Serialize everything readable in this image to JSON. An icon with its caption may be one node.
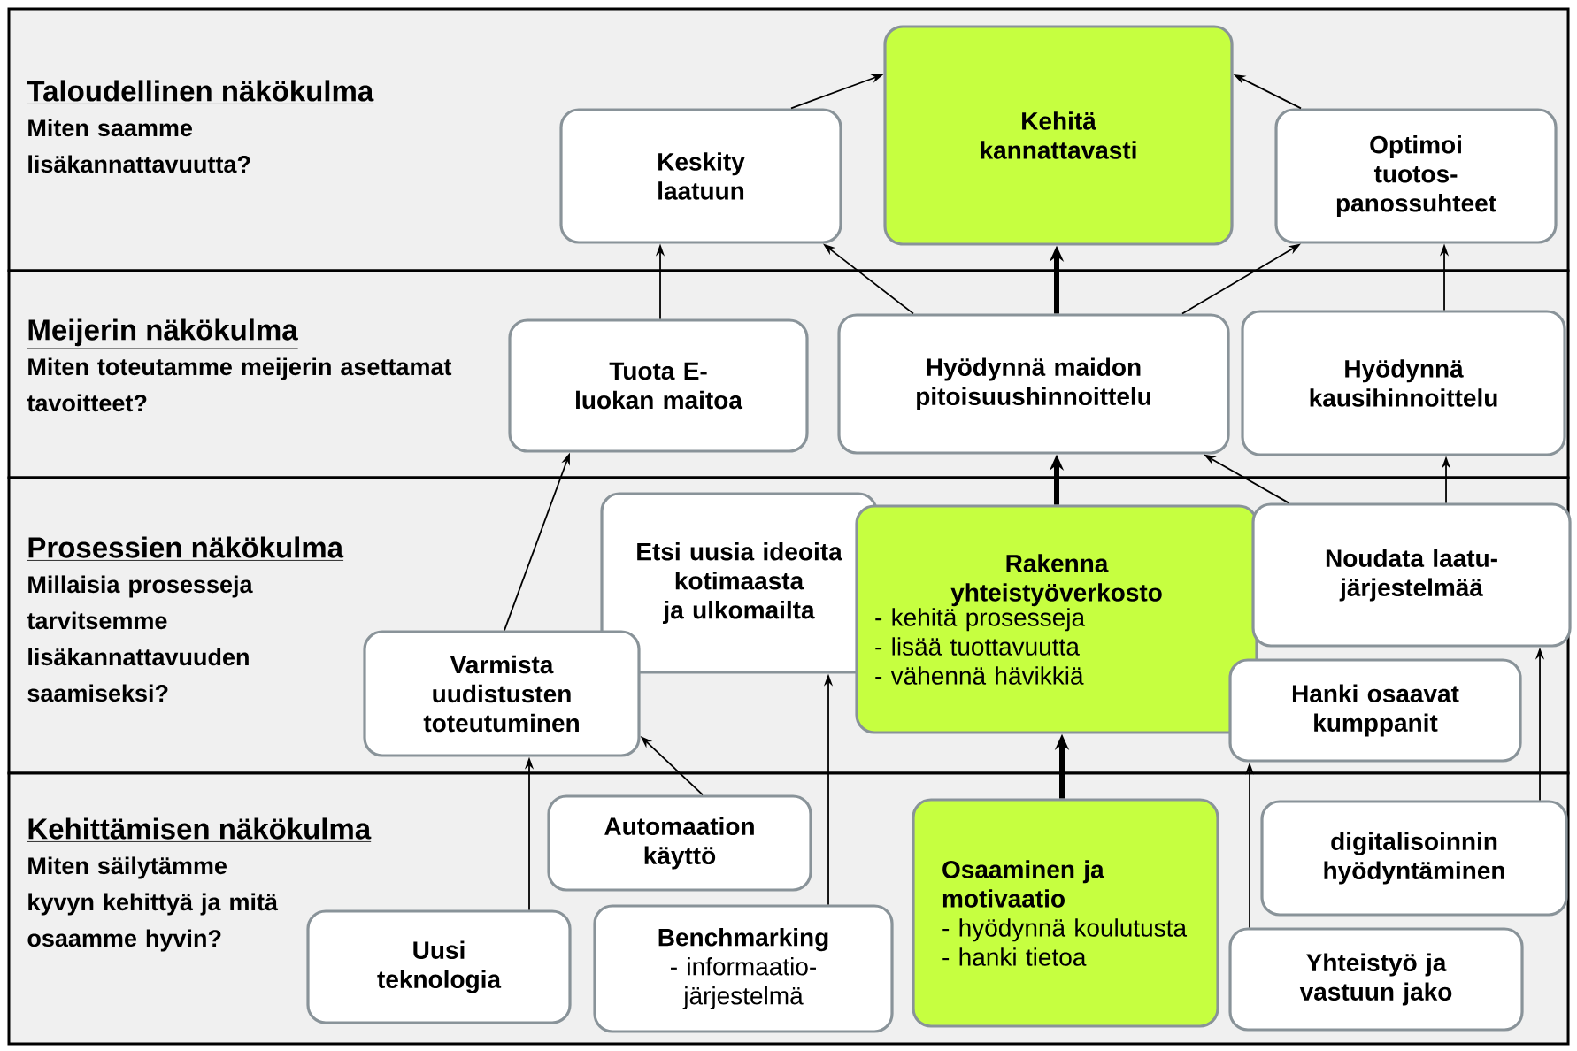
{
  "diagram": {
    "nodes": [
      {
        "text": [
          "Taloudellinen näkökulma",
          "Miten saamme lisäkannattavuutta?"
        ]
      },
      {
        "text": [
          "Keskity laatuun"
        ],
        "in": 0
      },
      {
        "text": [
          "Kehitä kannattavasti"
        ],
        "in": 0
      },
      {
        "text": [
          "Optimoi tuotos-panossuhteet"
        ],
        "in": 0
      },
      {
        "text": [
          "Meijerin näkökulma",
          "Miten toteutamme meijerin asettamat tavoitteet?"
        ]
      },
      {
        "text": [
          "Tuota E-luokan maitoa"
        ],
        "in": 4
      },
      {
        "text": [
          "Hyödynnä maidon pitoisuushinnoittelu"
        ],
        "in": 4
      },
      {
        "text": [
          "Hyödynnä kausihinnoittelu"
        ],
        "in": 4
      },
      {
        "text": [
          "Prosessien näkökulma",
          "Millaisia prosesseja tarvitsemme lisäkannattavuuden saamiseksi?"
        ]
      },
      {
        "text": [
          "Etsi uusia ideoita kotimaasta ja ulkomailta"
        ],
        "in": 8
      },
      {
        "text": [
          "Rakenna yhteistyöverkosto",
          "- kehitä prosesseja",
          "- lisää tuottavuutta",
          "- vähennä hävikkiä"
        ],
        "in": 8
      },
      {
        "text": [
          "Noudata laatu-järjestelmää"
        ],
        "in": 8
      },
      {
        "text": [
          "Varmista uudistusten toteutuminen"
        ],
        "in": 8
      },
      {
        "text": [
          "Hanki osaavat kumppanit"
        ],
        "in": 8
      },
      {
        "text": [
          "Kehittämisen näkökulma",
          "Miten säilytämme kyvyn kehittyä ja mitä osaamme hyvin?"
        ]
      },
      {
        "text": [
          "Automaation käyttö"
        ],
        "in": 14
      },
      {
        "text": [
          "Uusi teknologia"
        ],
        "in": 14
      },
      {
        "text": [
          "Benchmarking",
          "- informaatio-järjestelmä"
        ],
        "in": 14
      },
      {
        "text": [
          "Osaaminen ja motivaatio",
          "- hyödynnä koulutusta",
          "- hanki tietoa"
        ],
        "in": 14
      },
      {
        "text": [
          "digitalisoinnin hyödyntäminen"
        ],
        "in": 14
      },
      {
        "text": [
          "Yhteistyö ja vastuun jako"
        ],
        "in": 14
      }
    ],
    "edges": [
      {
        "from": 1,
        "to": 2,
        "arrow": "to"
      },
      {
        "from": 3,
        "to": 2,
        "arrow": "to"
      },
      {
        "from": 5,
        "to": 1,
        "arrow": "to"
      },
      {
        "from": 6,
        "to": 1,
        "arrow": "to"
      },
      {
        "from": 6,
        "to": 2,
        "arrow": "to",
        "style": "thick"
      },
      {
        "from": 6,
        "to": 3,
        "arrow": "to"
      },
      {
        "from": 7,
        "to": 3,
        "arrow": "to"
      },
      {
        "from": 12,
        "to": 5,
        "arrow": "to"
      },
      {
        "from": 10,
        "to": 6,
        "arrow": "to",
        "style": "thick"
      },
      {
        "from": 11,
        "to": 6,
        "arrow": "to"
      },
      {
        "from": 11,
        "to": 7,
        "arrow": "to"
      },
      {
        "from": 16,
        "to": 12,
        "arrow": "to"
      },
      {
        "from": 15,
        "to": 12,
        "arrow": "to"
      },
      {
        "from": 17,
        "to": 9,
        "arrow": "to"
      },
      {
        "from": 18,
        "to": 10,
        "arrow": "to",
        "style": "thick"
      },
      {
        "from": 20,
        "to": 13,
        "arrow": "to"
      },
      {
        "from": 19,
        "to": 11,
        "arrow": "to"
      }
    ]
  }
}
